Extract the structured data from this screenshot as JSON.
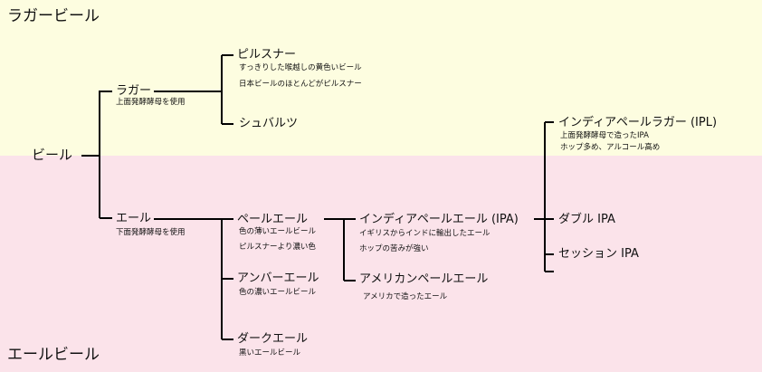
{
  "colors": {
    "lager_band": "#fdfde0",
    "ale_band": "#fbe3ea",
    "line": "#000000"
  },
  "regions": {
    "lager": "ラガービール",
    "ale": "エールビール"
  },
  "root": {
    "label": "ビール"
  },
  "lager": {
    "label": "ラガー",
    "note": "上面発酵酵母を使用",
    "children": [
      {
        "label": "ピルスナー",
        "notes": [
          "すっきりした喉越しの黄色いビール",
          "日本ビールのほとんどがピルスナー"
        ]
      },
      {
        "label": "シュバルツ"
      }
    ]
  },
  "ale": {
    "label": "エール",
    "note": "下面発酵酵母を使用",
    "children": [
      {
        "label": "ペールエール",
        "notes": [
          "色の薄いエールビール",
          "ピルスナーより濃い色"
        ],
        "children": [
          {
            "label": "インディアペールエール (IPA)",
            "notes": [
              "イギリスからインドに輸出したエール",
              "ホップの苦みが強い"
            ],
            "children": [
              {
                "label": "インディアペールラガー (IPL)",
                "notes": [
                  "上面発酵酵母で造ったIPA",
                  "ホップ多め、アルコール高め"
                ]
              },
              {
                "label": "ダブル IPA"
              },
              {
                "label": "セッション IPA"
              }
            ]
          },
          {
            "label": "アメリカンペールエール",
            "notes": [
              "アメリカで造ったエール"
            ]
          }
        ]
      },
      {
        "label": "アンバーエール",
        "notes": [
          "色の濃いエールビール"
        ]
      },
      {
        "label": "ダークエール",
        "notes": [
          "黒いエールビール"
        ]
      }
    ]
  }
}
